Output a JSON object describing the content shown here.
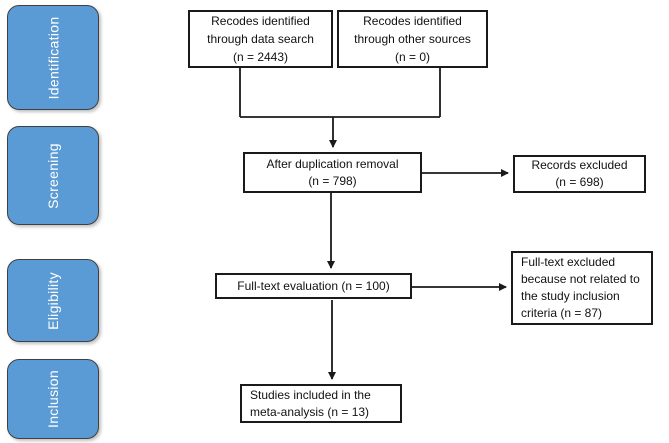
{
  "stages": [
    {
      "id": "identification",
      "label": "Identification"
    },
    {
      "id": "screening",
      "label": "Screening"
    },
    {
      "id": "eligibility",
      "label": "Eligibility"
    },
    {
      "id": "inclusion",
      "label": "Inclusion"
    }
  ],
  "boxes": {
    "data_search": {
      "lines": [
        "Recodes identified",
        "through data search",
        "(n = 2443)"
      ]
    },
    "other_sources": {
      "lines": [
        "Recodes identified",
        "through other sources",
        "(n = 0)"
      ]
    },
    "dedup": {
      "lines": [
        "After duplication removal",
        "(n = 798)"
      ]
    },
    "records_excluded": {
      "lines": [
        "Records excluded",
        "(n = 698)"
      ]
    },
    "fulltext_eval": {
      "lines": [
        "Full-text evaluation (n = 100)"
      ]
    },
    "fulltext_excluded": {
      "lines": [
        "Full-text excluded",
        "because not related to",
        "the study inclusion",
        "criteria (n = 87)"
      ]
    },
    "included": {
      "lines": [
        "Studies included in the",
        "meta-analysis (n = 13)"
      ]
    }
  },
  "colors": {
    "stage_fill": "#5b9bd5",
    "stage_border": "#404040",
    "stage_text": "#ffffff",
    "box_border": "#1a1a1a",
    "arrow": "#1a1a1a"
  }
}
